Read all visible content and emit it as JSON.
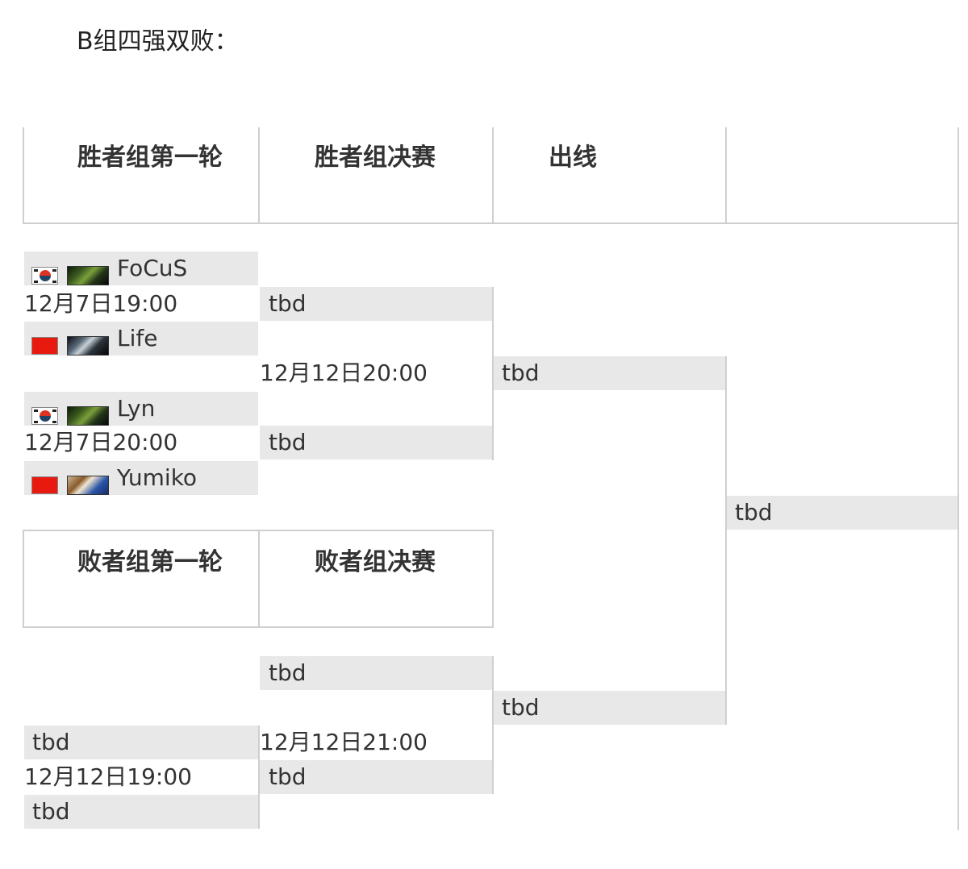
{
  "title": "B组四强双败：",
  "headers": {
    "winners_r1": "胜者组第一轮",
    "winners_final": "胜者组决赛",
    "advance": "出线",
    "losers_r1": "败者组第一轮",
    "losers_final": "败者组决赛"
  },
  "winners_r1": {
    "match1": {
      "p1": {
        "name": "FoCuS",
        "flag": "south-korea-flag-icon",
        "race": "night-elf-race-icon"
      },
      "time": "12月7日19:00",
      "p2": {
        "name": "Life",
        "flag": "china-flag-icon",
        "race": "undead-race-icon"
      }
    },
    "match2": {
      "p1": {
        "name": "Lyn",
        "flag": "south-korea-flag-icon",
        "race": "night-elf-race-icon"
      },
      "time": "12月7日20:00",
      "p2": {
        "name": "Yumiko",
        "flag": "china-flag-icon",
        "race": "human-race-icon"
      }
    }
  },
  "winners_final": {
    "p1": "tbd",
    "time": "12月12日20:00",
    "p2": "tbd"
  },
  "advance": {
    "upper": "tbd",
    "final": "tbd",
    "lower": "tbd"
  },
  "losers_r1": {
    "p1": "tbd",
    "time": "12月12日19:00",
    "p2": "tbd"
  },
  "losers_final": {
    "p1": "tbd",
    "time": "12月12日21:00",
    "p2": "tbd"
  },
  "colors": {
    "slot_bg": "#e8e8e8",
    "line": "#cfcfcf",
    "text": "#333333"
  }
}
